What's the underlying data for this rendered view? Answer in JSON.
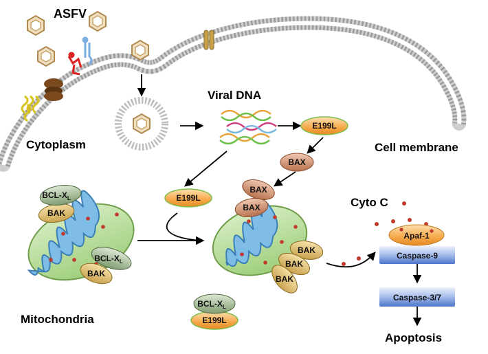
{
  "labels": {
    "asfv": "ASFV",
    "cytoplasm": "Cytoplasm",
    "viral_dna": "Viral DNA",
    "cell_membrane": "Cell membrane",
    "mitochondria": "Mitochondria",
    "cyto_c": "Cyto C",
    "apoptosis": "Apoptosis"
  },
  "proteins": {
    "e199l": "E199L",
    "bax": "BAX",
    "bak": "BAK",
    "bclxl_main": "BCL-X",
    "bclxl_sub": "L",
    "apaf1": "Apaf-1",
    "caspase9": "Caspase-9",
    "caspase37": "Caspase-3/7"
  },
  "colors": {
    "membrane": "#bfbfbf",
    "mito_outer": "#9ccc7a",
    "mito_inner": "#5aa6d6",
    "orange": "#f7a94a",
    "bax": "#c98a6a",
    "bak": "#d9b86a",
    "bclxl": "#9fbf8f",
    "caspase": "#6a8fd6",
    "red_dot": "#c0392b"
  }
}
